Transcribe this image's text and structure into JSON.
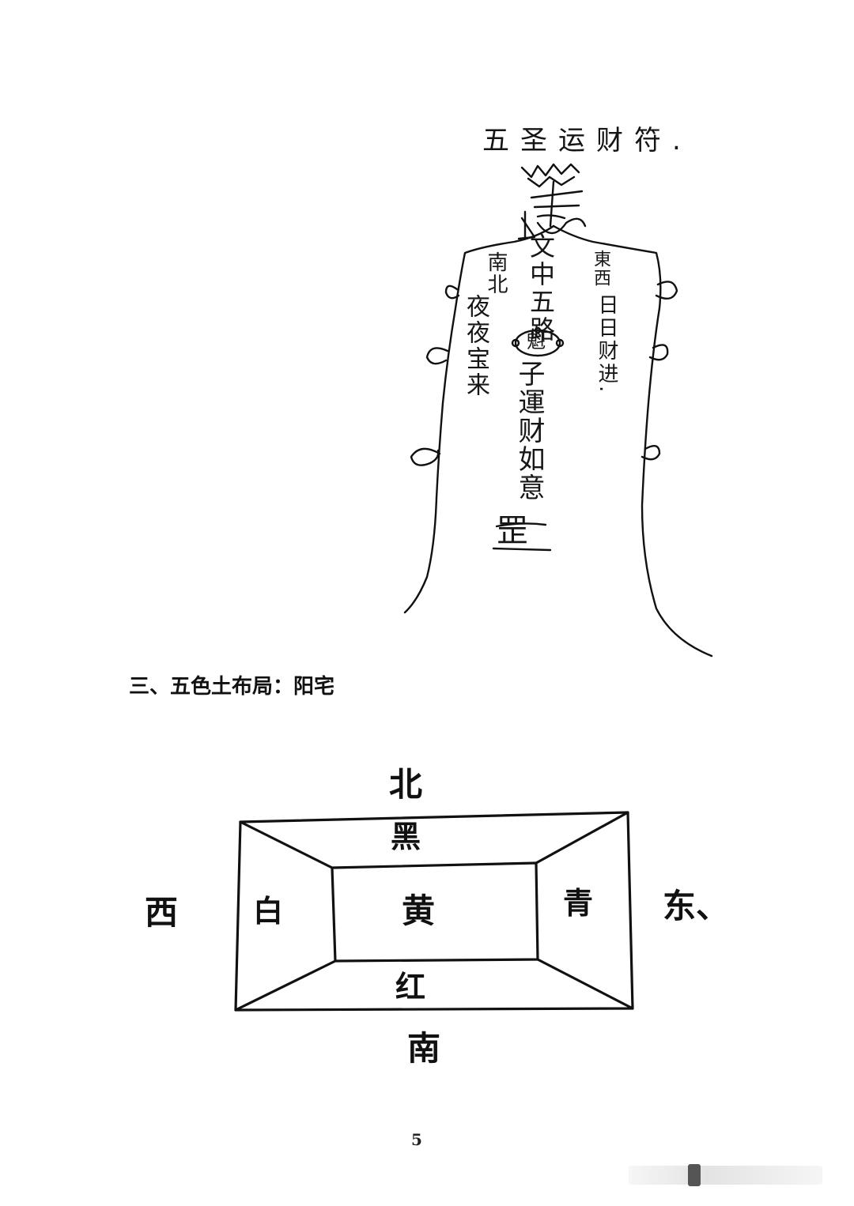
{
  "talisman": {
    "title": "五圣运财符.",
    "center_top": "文中五路",
    "center_mid": "魁",
    "center_bottom": "子運财如意",
    "left_top": "南北",
    "left_bottom": "夜夜宝来",
    "right_top": "東西",
    "right_bottom": "日日财进.",
    "seal": "罡"
  },
  "section": {
    "heading": "三、五色土布局：阳宅"
  },
  "layout": {
    "directions": {
      "north": "北",
      "south": "南",
      "west": "西",
      "east": "东、"
    },
    "colors": {
      "north": "黑",
      "south": "红",
      "west": "白",
      "east": "青",
      "center": "黄"
    }
  },
  "page_number": "5"
}
